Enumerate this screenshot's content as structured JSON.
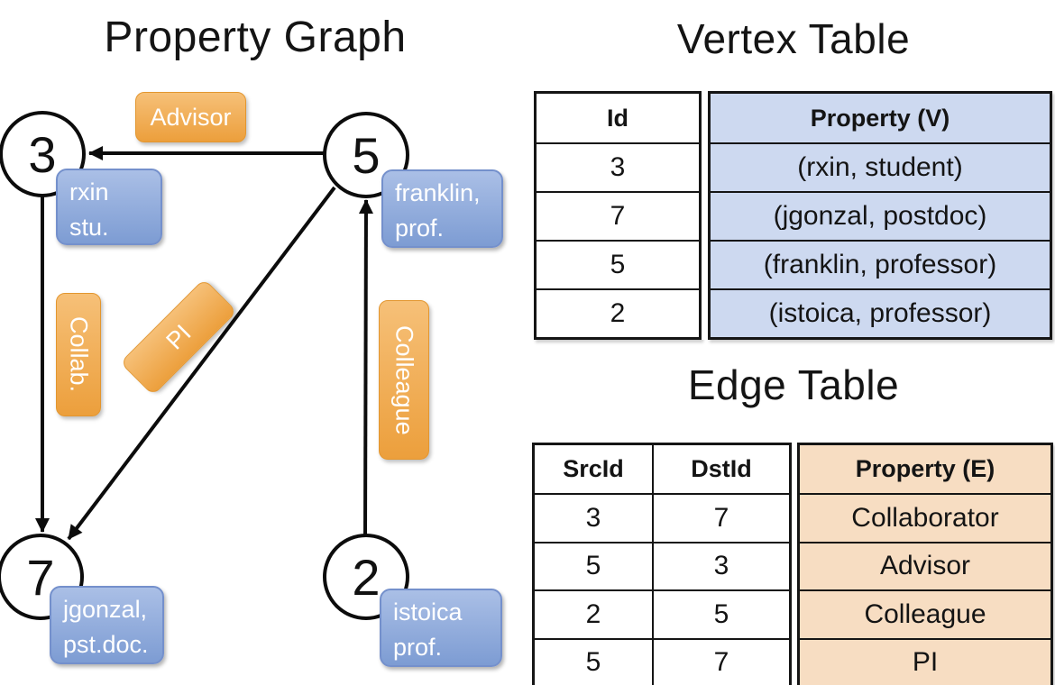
{
  "graph": {
    "title": "Property Graph",
    "nodes": [
      {
        "id": "3",
        "attrs": [
          "rxin",
          "stu."
        ]
      },
      {
        "id": "5",
        "attrs": [
          "franklin,",
          "prof."
        ]
      },
      {
        "id": "7",
        "attrs": [
          "jgonzal,",
          "pst.doc."
        ]
      },
      {
        "id": "2",
        "attrs": [
          "istoica",
          "prof."
        ]
      }
    ],
    "edge_labels": {
      "advisor": "Advisor",
      "collab": "Collab.",
      "pi": "PI",
      "colleague": "Colleague"
    }
  },
  "vertex_table": {
    "title": "Vertex Table",
    "headers": {
      "id": "Id",
      "property": "Property (V)"
    },
    "rows": [
      {
        "id": "3",
        "property": "(rxin, student)"
      },
      {
        "id": "7",
        "property": "(jgonzal, postdoc)"
      },
      {
        "id": "5",
        "property": "(franklin, professor)"
      },
      {
        "id": "2",
        "property": "(istoica, professor)"
      }
    ]
  },
  "edge_table": {
    "title": "Edge Table",
    "headers": {
      "src": "SrcId",
      "dst": "DstId",
      "property": "Property (E)"
    },
    "rows": [
      {
        "src": "3",
        "dst": "7",
        "property": "Collaborator"
      },
      {
        "src": "5",
        "dst": "3",
        "property": "Advisor"
      },
      {
        "src": "2",
        "dst": "5",
        "property": "Colleague"
      },
      {
        "src": "5",
        "dst": "7",
        "property": "PI"
      }
    ]
  },
  "colors": {
    "vertex_property_fill": "#cdd9f0",
    "edge_property_fill": "#f7ddc2",
    "graph_edge_label_orange": "#efa648",
    "graph_attr_box_blue": "#8aa5d8",
    "line_black": "#0c0c0c"
  }
}
